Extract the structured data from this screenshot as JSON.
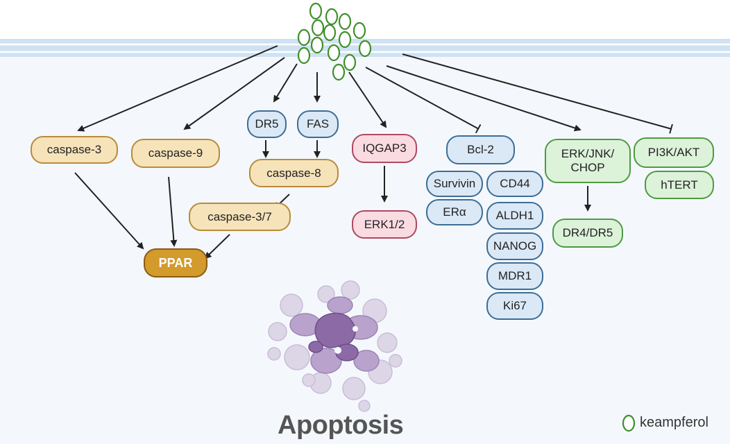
{
  "nodes": {
    "caspase3": "caspase-3",
    "caspase9": "caspase-9",
    "dr5": "DR5",
    "fas": "FAS",
    "caspase8": "caspase-8",
    "caspase37": "caspase-3/7",
    "ppar": "PPAR",
    "iqgap3": "IQGAP3",
    "erk12": "ERK1/2",
    "bcl2": "Bcl-2",
    "survivin": "Survivin",
    "cd44": "CD44",
    "era": "ERα",
    "aldh1": "ALDH1",
    "nanog": "NANOG",
    "mdr1": "MDR1",
    "ki67": "Ki67",
    "erkjnk": [
      "ERK/JNK/",
      "CHOP"
    ],
    "dr4dr5": "DR4/DR5",
    "pi3k": "PI3K/AKT",
    "htert": "hTERT"
  },
  "title": "Apoptosis",
  "legend": {
    "label": "keampferol",
    "icon": "kaempferol-molecule-icon"
  },
  "colors": {
    "orange_fill": "#f6e3ba",
    "orange_border": "#b98a3a",
    "ppar_fill": "#d39a2c",
    "blue_fill": "#dbe8f6",
    "blue_border": "#3c6d96",
    "pink_fill": "#fadbe2",
    "pink_border": "#b0485f",
    "green_fill": "#dcf2d9",
    "green_border": "#4e9a42"
  }
}
